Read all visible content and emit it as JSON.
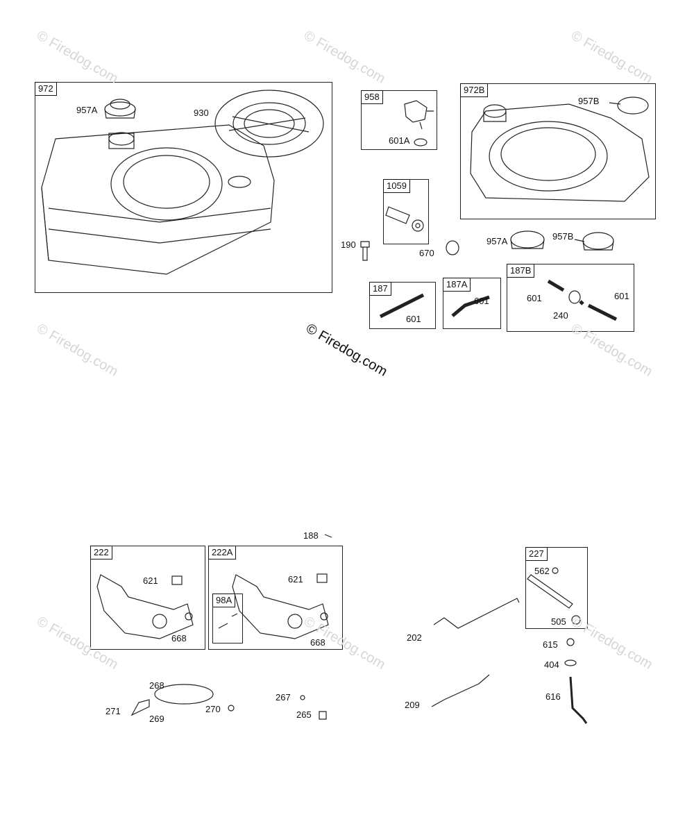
{
  "watermark": "© Firedog.com",
  "center_watermark": "© Firedog.com",
  "groups": {
    "g972": "972",
    "g958": "958",
    "g972B": "972B",
    "g1059": "1059",
    "g187": "187",
    "g187A": "187A",
    "g187B": "187B",
    "g222": "222",
    "g222A": "222A",
    "g98A": "98A",
    "g227": "227"
  },
  "parts": {
    "p957A_1": "957A",
    "p930": "930",
    "p601A": "601A",
    "p957B_1": "957B",
    "p190": "190",
    "p670": "670",
    "p957A_2": "957A",
    "p957B_2": "957B",
    "p601_a": "601",
    "p601_b": "601",
    "p601_c": "601",
    "p601_d": "601",
    "p240": "240",
    "p188": "188",
    "p621_a": "621",
    "p621_b": "621",
    "p668_a": "668",
    "p668_b": "668",
    "p562": "562",
    "p505": "505",
    "p202": "202",
    "p615": "615",
    "p404": "404",
    "p616": "616",
    "p268": "268",
    "p271": "271",
    "p269": "269",
    "p270": "270",
    "p267": "267",
    "p265": "265",
    "p209": "209"
  }
}
